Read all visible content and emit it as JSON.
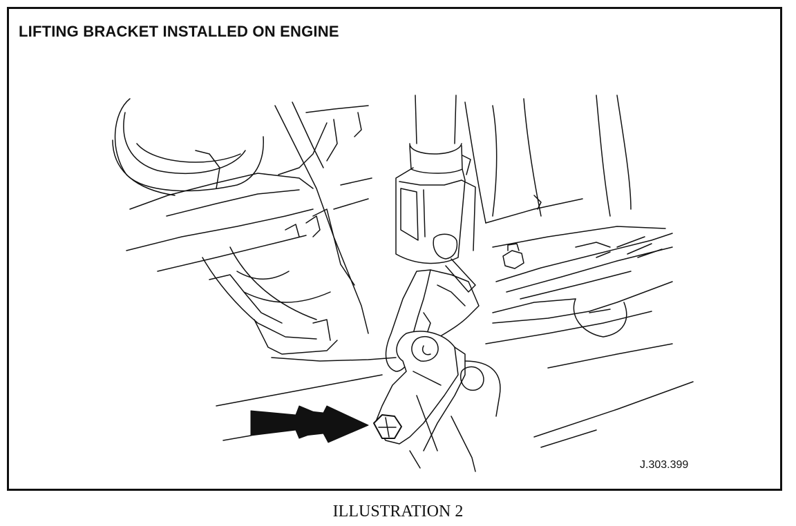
{
  "figure": {
    "title": "LIFTING BRACKET INSTALLED ON ENGINE",
    "figure_code": "J.303.399",
    "caption": "ILLUSTRATION 2"
  },
  "icons": {
    "arrow": "arrow-right-icon"
  },
  "colors": {
    "ink": "#111111",
    "paper": "#ffffff"
  }
}
